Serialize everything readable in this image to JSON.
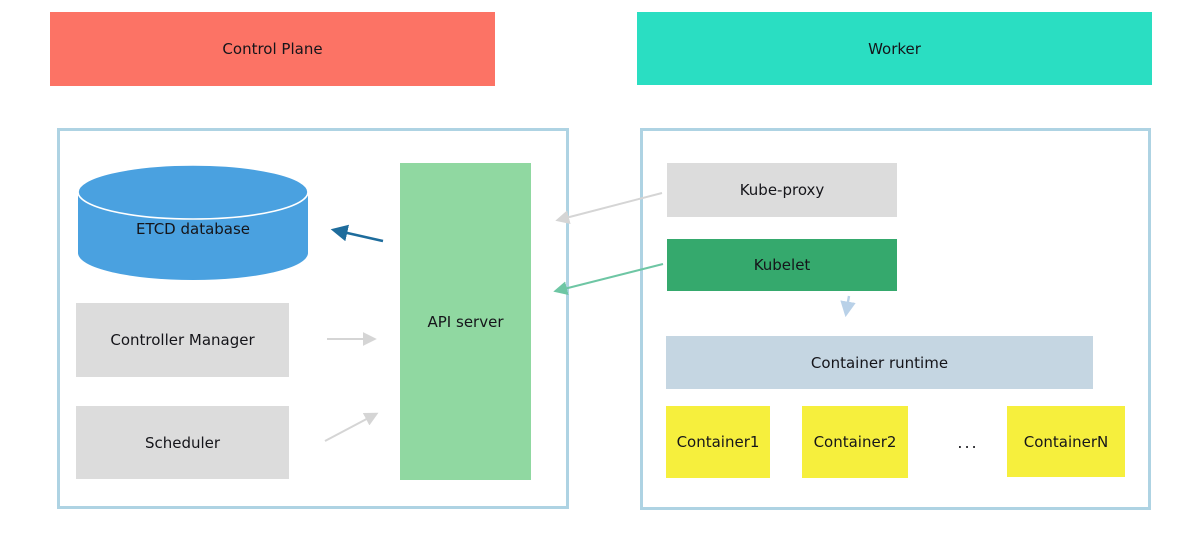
{
  "headers": {
    "control_plane": "Control Plane",
    "worker": "Worker"
  },
  "control_plane": {
    "etcd": "ETCD database",
    "controller_manager": "Controller Manager",
    "scheduler": "Scheduler",
    "api_server": "API server"
  },
  "worker": {
    "kube_proxy": "Kube-proxy",
    "kubelet": "Kubelet",
    "container_runtime": "Container runtime",
    "containers": [
      "Container1",
      "Container2",
      "ContainerN"
    ],
    "ellipsis": "..."
  },
  "edges": [
    {
      "from": "API server",
      "to": "ETCD database",
      "color": "#1e6c9c"
    },
    {
      "from": "Controller Manager",
      "to": "API server",
      "color": "#d5d5d5"
    },
    {
      "from": "Scheduler",
      "to": "API server",
      "color": "#d5d5d5"
    },
    {
      "from": "Kube-proxy",
      "to": "API server",
      "color": "#d5d5d5"
    },
    {
      "from": "Kubelet",
      "to": "API server",
      "color": "#6ec6a4"
    },
    {
      "from": "Kubelet",
      "to": "Container runtime",
      "color": "#b9d1e8"
    }
  ],
  "colors": {
    "control_plane_header": "#fc7365",
    "worker_header": "#2adec2",
    "panel_border": "#aed3e3",
    "etcd_blue": "#4aa1e0",
    "api_server_green": "#90d8a1",
    "kubelet_green": "#35a96d",
    "container_runtime_blue": "#c5d6e2",
    "container_yellow": "#f6ef3d",
    "component_gray": "#dcdcdc",
    "arrow_dark_blue": "#1e6c9c",
    "arrow_gray": "#d5d5d5",
    "arrow_teal": "#6ec6a4",
    "arrow_light_blue": "#b9d1e8"
  }
}
